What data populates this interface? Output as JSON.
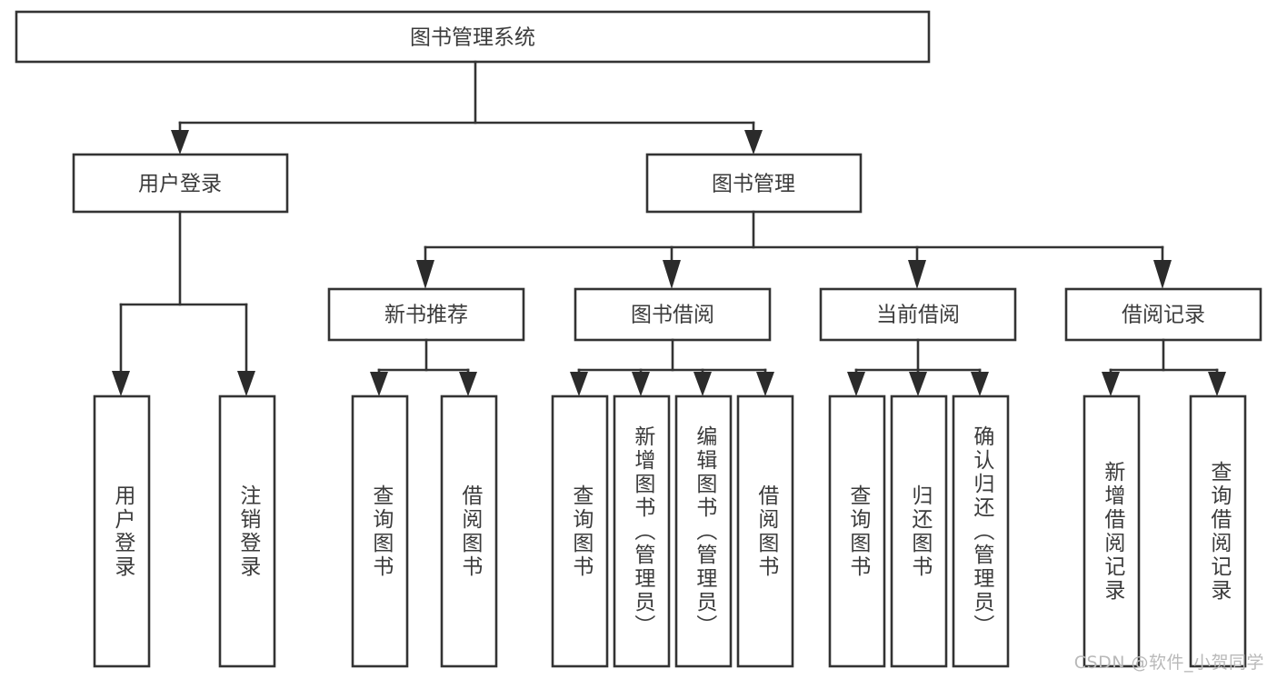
{
  "diagram": {
    "title": "图书管理系统",
    "type": "tree-hierarchy",
    "watermark": "CSDN @软件_小贺同学",
    "colors": {
      "background": "#ffffff",
      "line": "#333333",
      "box_fill": "#ffffff",
      "text": "#3b3b3b",
      "watermark": "#b9b9b9"
    },
    "root": {
      "id": "root",
      "label": "图书管理系统"
    },
    "level2": [
      {
        "id": "user-login",
        "label": "用户登录"
      },
      {
        "id": "book-manage",
        "label": "图书管理"
      }
    ],
    "level3": [
      {
        "id": "new-book-recommend",
        "label": "新书推荐",
        "parent": "book-manage"
      },
      {
        "id": "book-borrow",
        "label": "图书借阅",
        "parent": "book-manage"
      },
      {
        "id": "current-borrow",
        "label": "当前借阅",
        "parent": "book-manage"
      },
      {
        "id": "borrow-record",
        "label": "借阅记录",
        "parent": "book-manage"
      }
    ],
    "leaves": {
      "user_login": [
        {
          "id": "leaf-user-login",
          "label": "用户登录"
        },
        {
          "id": "leaf-logout",
          "label": "注销登录"
        }
      ],
      "new_book_recommend": [
        {
          "id": "leaf-query-book-1",
          "label": "查询图书"
        },
        {
          "id": "leaf-borrow-book-1",
          "label": "借阅图书"
        }
      ],
      "book_borrow": [
        {
          "id": "leaf-query-book-2",
          "label": "查询图书"
        },
        {
          "id": "leaf-add-book",
          "label": "新增图书（管理员）"
        },
        {
          "id": "leaf-edit-book",
          "label": "编辑图书（管理员）"
        },
        {
          "id": "leaf-borrow-book-2",
          "label": "借阅图书"
        }
      ],
      "current_borrow": [
        {
          "id": "leaf-query-book-3",
          "label": "查询图书"
        },
        {
          "id": "leaf-return-book",
          "label": "归还图书"
        },
        {
          "id": "leaf-confirm-return",
          "label": "确认归还（管理员）"
        }
      ],
      "borrow_record": [
        {
          "id": "leaf-add-record",
          "label": "新增借阅记录"
        },
        {
          "id": "leaf-query-record",
          "label": "查询借阅记录"
        }
      ]
    }
  }
}
